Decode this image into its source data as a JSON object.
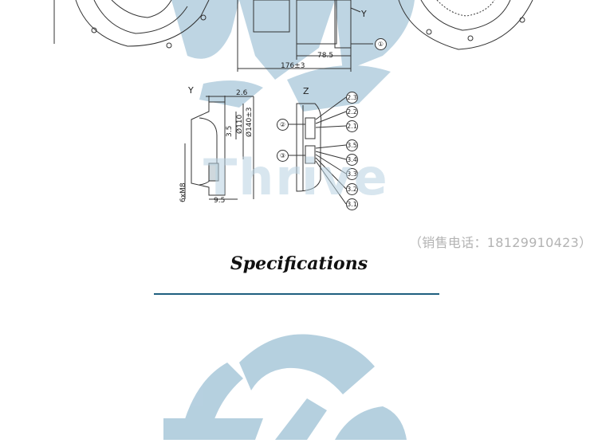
{
  "watermark": {
    "text": "Thrive",
    "color": "#a9c8da"
  },
  "drawing": {
    "top_dims": {
      "dim_a": "78.5",
      "dim_b": "176±3",
      "view_y": "Y",
      "callout_1": "①"
    },
    "view_y": {
      "label": "Y",
      "dims": [
        "2.6",
        "3.5",
        "Ø110",
        "Ø140±3",
        "9.5",
        "6xM8"
      ]
    },
    "view_z": {
      "label": "Z",
      "callouts_left": [
        "②",
        "③"
      ],
      "callouts_right": [
        "2.3",
        "2.2",
        "2.1",
        "3.5",
        "3.4",
        "3.3",
        "3.2",
        "3.1"
      ]
    }
  },
  "sales_phone": "（销售电话：18129910423）",
  "section_title": "Specifications",
  "accent_color": "#1f5f7f"
}
